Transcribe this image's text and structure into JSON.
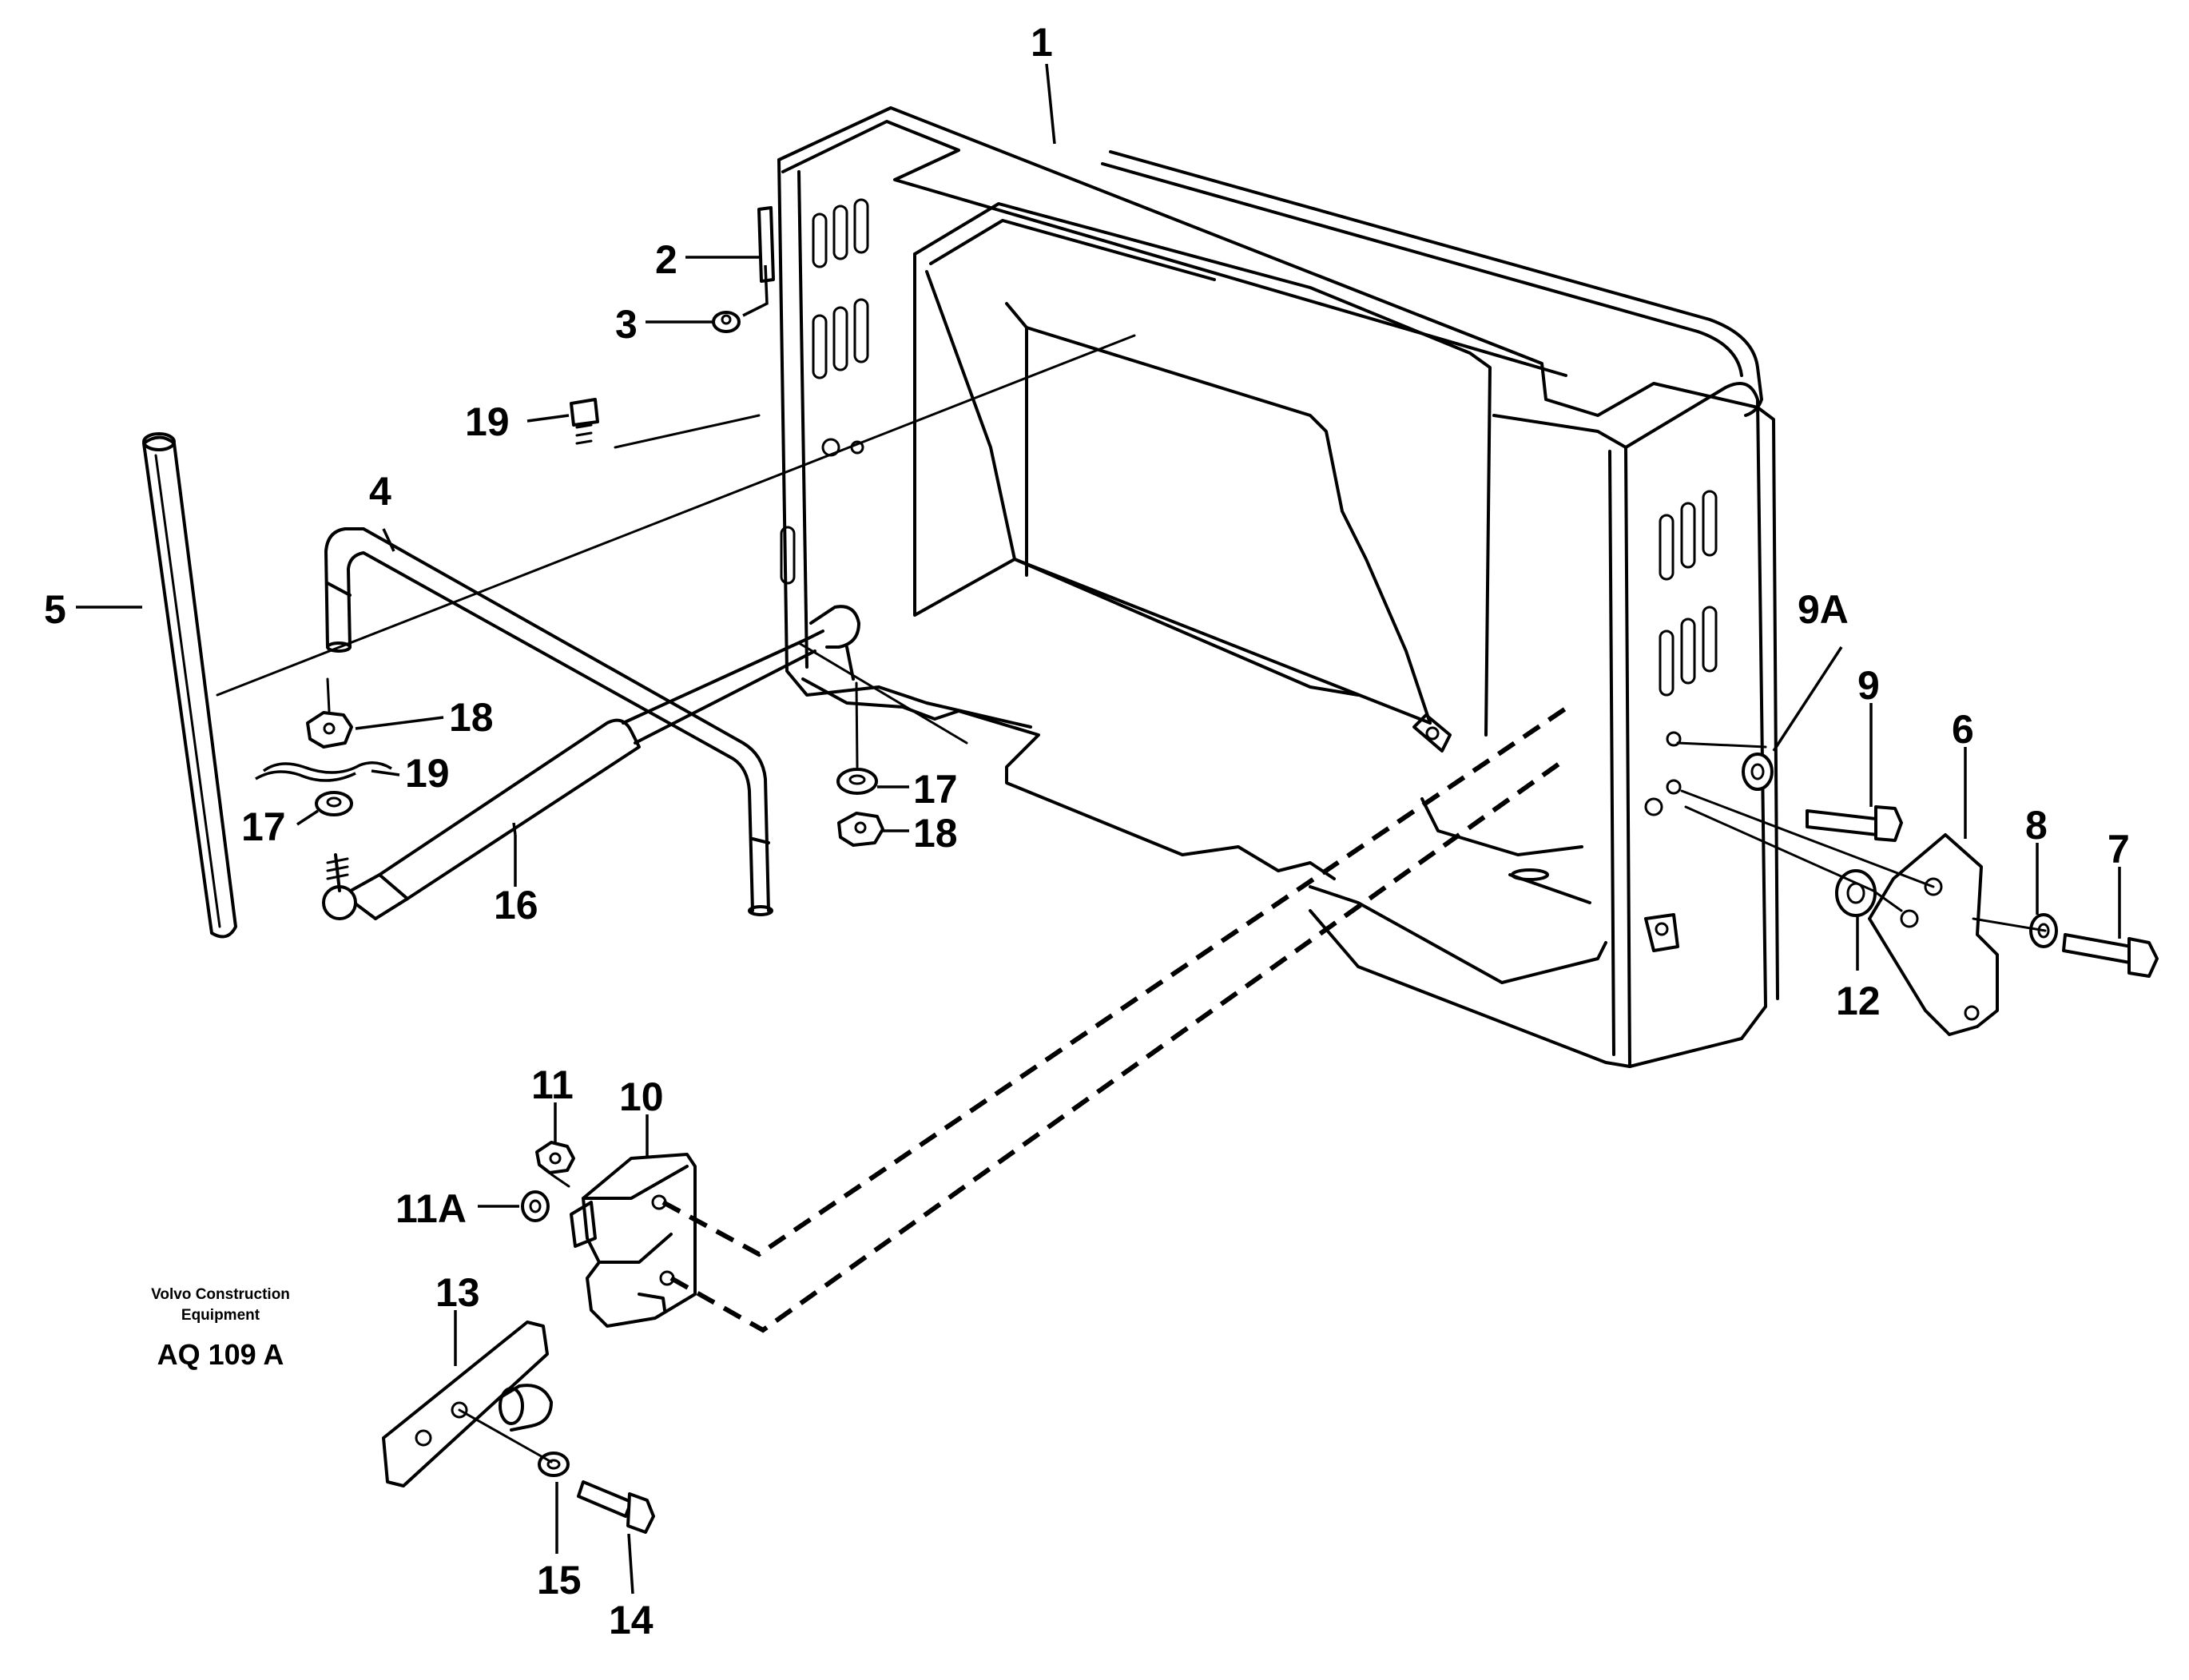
{
  "diagram": {
    "callouts": {
      "c1": "1",
      "c2": "2",
      "c3": "3",
      "c4": "4",
      "c5": "5",
      "c6": "6",
      "c7": "7",
      "c8": "8",
      "c9": "9",
      "c9a": "9A",
      "c10": "10",
      "c11": "11",
      "c11a": "11A",
      "c12": "12",
      "c13": "13",
      "c14": "14",
      "c15": "15",
      "c16": "16",
      "c17a": "17",
      "c17b": "17",
      "c18a": "18",
      "c18b": "18",
      "c19a": "19",
      "c19b": "19"
    },
    "credit": {
      "line1": "Volvo Construction",
      "line2": "Equipment",
      "code": "AQ 109 A"
    }
  }
}
